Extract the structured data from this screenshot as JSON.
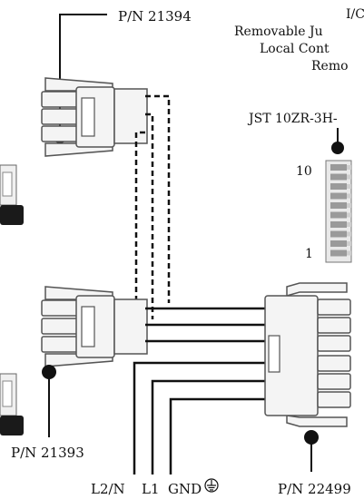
{
  "labels": {
    "pn_top": "P/N 21394",
    "pn_bottom_left": "P/N 21393",
    "pn_bottom_right": "P/N 22499",
    "jst": "JST 10ZR-3H-",
    "pin_10": "10",
    "pin_1": "1",
    "wire_l2n": "L2/N",
    "wire_l1": "L1",
    "wire_gnd": "GND",
    "io_lines": [
      "I/C",
      "Removable Ju",
      "Local Cont",
      "Remo"
    ]
  },
  "icons": {
    "ground": "ground-symbol-icon"
  },
  "colors": {
    "line": "#111111",
    "connector_fill": "#f4f4f4",
    "connector_stroke": "#555555",
    "jst_pin": "#9a9a9a",
    "jack_body": "#1a1a1a"
  }
}
